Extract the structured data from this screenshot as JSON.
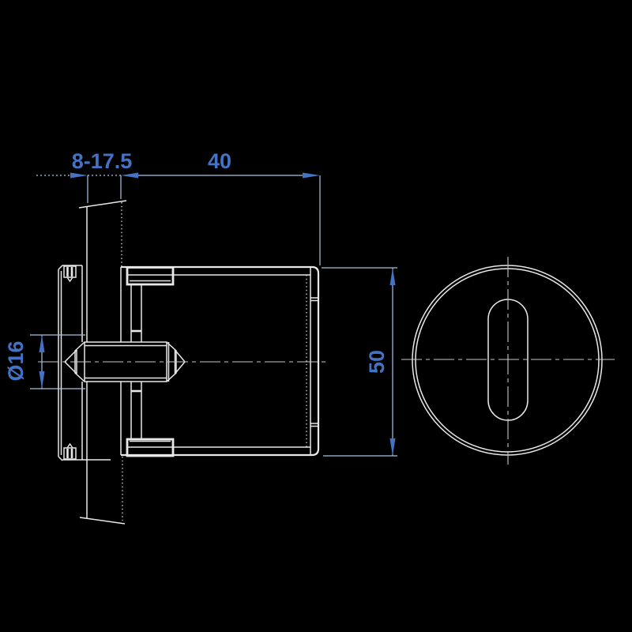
{
  "drawing": {
    "colors": {
      "background": "#000000",
      "line": "#e8e8e8",
      "centerline": "#c8c8c8",
      "dim_line": "#a8c4e4",
      "dim_text": "#4472c4"
    },
    "dimensions": {
      "door_thickness_range": {
        "label": "8-17.5"
      },
      "body_length": {
        "label": "40"
      },
      "face_diameter": {
        "label": "50"
      },
      "pin_diameter": {
        "label": "Ø16"
      }
    }
  }
}
